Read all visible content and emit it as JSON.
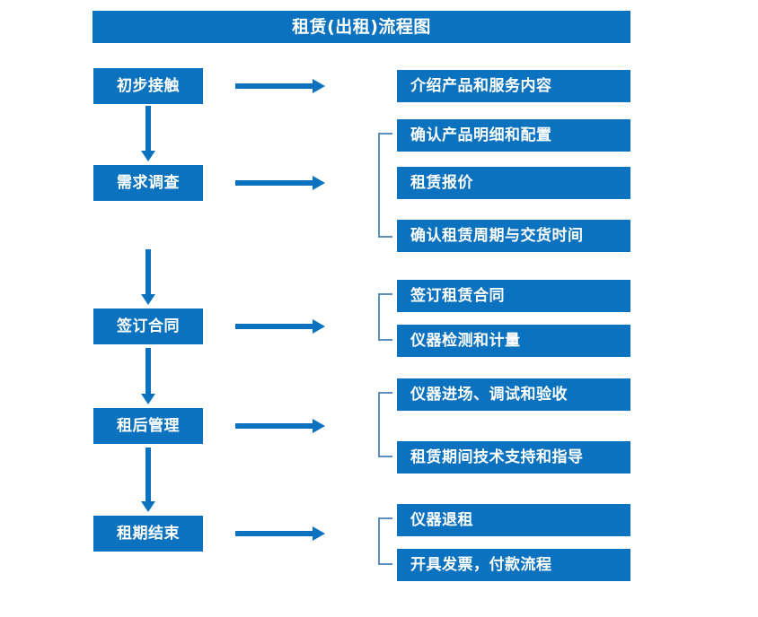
{
  "document": {
    "title": "租赁(出租)流程图",
    "accent_color": "#0b72bf",
    "bracket_color": "#5b8fbe",
    "text_color": "#ffffff",
    "background_color": "#ffffff"
  },
  "stages": [
    {
      "id": "stage-1",
      "label": "初步接触"
    },
    {
      "id": "stage-2",
      "label": "需求调查"
    },
    {
      "id": "stage-3",
      "label": "签订合同"
    },
    {
      "id": "stage-4",
      "label": "租后管理"
    },
    {
      "id": "stage-5",
      "label": "租期结束"
    }
  ],
  "details": [
    {
      "id": "detail-1",
      "label": "介绍产品和服务内容"
    },
    {
      "id": "detail-2",
      "label": "确认产品明细和配置"
    },
    {
      "id": "detail-3",
      "label": "租赁报价"
    },
    {
      "id": "detail-4",
      "label": "确认租赁周期与交货时间"
    },
    {
      "id": "detail-5",
      "label": "签订租赁合同"
    },
    {
      "id": "detail-6",
      "label": "仪器检测和计量"
    },
    {
      "id": "detail-7",
      "label": "仪器进场、调试和验收"
    },
    {
      "id": "detail-8",
      "label": "租赁期间技术支持和指导"
    },
    {
      "id": "detail-9",
      "label": "仪器退租"
    },
    {
      "id": "detail-10",
      "label": "开具发票，付款流程"
    }
  ],
  "connectors": {
    "horizontal_arrow_count": 5,
    "vertical_arrow_count": 4,
    "bracket_count": 4
  }
}
